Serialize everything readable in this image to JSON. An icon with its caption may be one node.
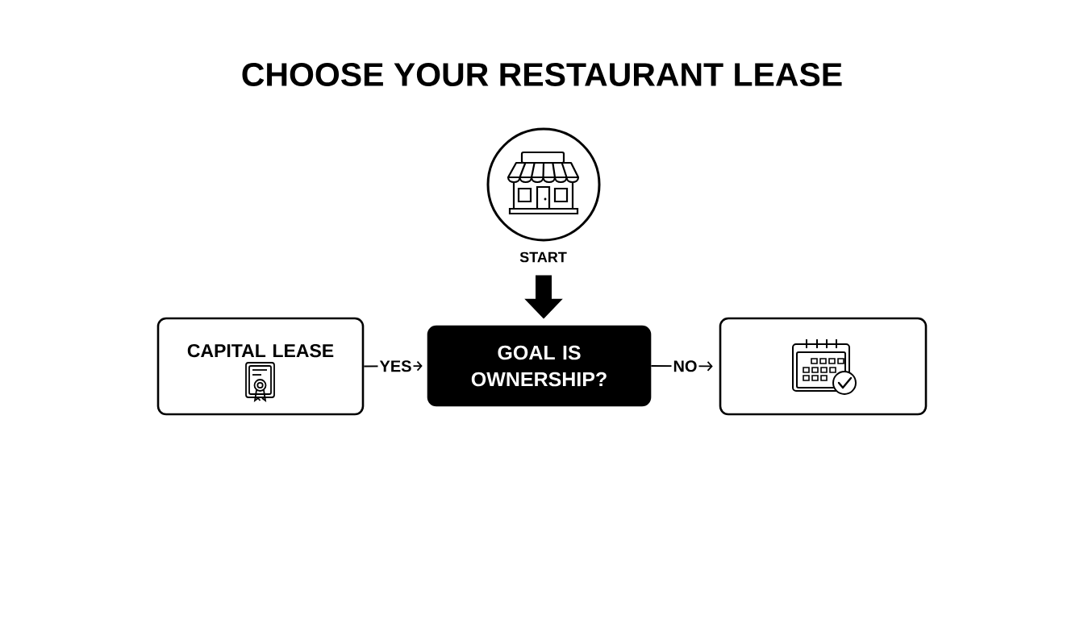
{
  "diagram": {
    "title": "CHOOSE YOUR RESTAURANT LEASE",
    "nodes": [
      {
        "text": [],
        "shape": "circle",
        "beside": [
          "START"
        ]
      },
      {
        "text": [
          "CAPITAL LEASE"
        ]
      },
      {
        "text": [
          "GOAL IS OWNERSHIP?"
        ]
      },
      {
        "text": [],
        "shape": "box"
      }
    ],
    "edges": [
      {
        "from": 0,
        "to": 2,
        "arrow": "to",
        "style": "thick"
      },
      {
        "from": 1,
        "to": 2,
        "arrow": "to",
        "label": "YES"
      },
      {
        "from": 2,
        "to": 3,
        "arrow": "to",
        "label": "NO"
      }
    ]
  }
}
